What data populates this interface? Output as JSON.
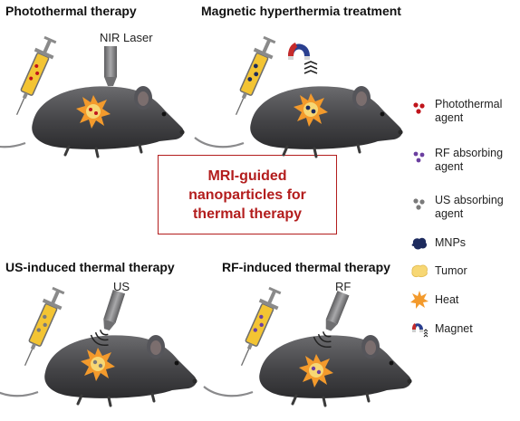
{
  "panels": {
    "top_left": {
      "title": "Photothermal therapy",
      "device_label": "NIR Laser"
    },
    "top_right": {
      "title": "Magnetic hyperthermia treatment"
    },
    "bottom_left": {
      "title": "US-induced thermal therapy",
      "device_label": "US"
    },
    "bottom_right": {
      "title": "RF-induced thermal therapy",
      "device_label": "RF"
    }
  },
  "center_box": {
    "line1": "MRI-guided",
    "line2": "nanoparticles for",
    "line3": "thermal therapy"
  },
  "legend": {
    "photothermal_line1": "Photothermal",
    "photothermal_line2": "agent",
    "rf_line1": "RF absorbing",
    "rf_line2": "agent",
    "us_line1": "US absorbing",
    "us_line2": "agent",
    "mnps": "MNPs",
    "tumor": "Tumor",
    "heat": "Heat",
    "magnet": "Magnet"
  },
  "colors": {
    "accent_red": "#b31d1d",
    "mouse_gray": "#4a4a4c",
    "tumor_yellow": "#f7d774",
    "heat_orange": "#f39a2c",
    "photothermal_dot": "#c0141b",
    "rf_dot": "#6b3fa0",
    "us_dot": "#7a7a7a",
    "mnp_navy": "#1d2b5e",
    "syringe_fill": "#f3c433"
  }
}
